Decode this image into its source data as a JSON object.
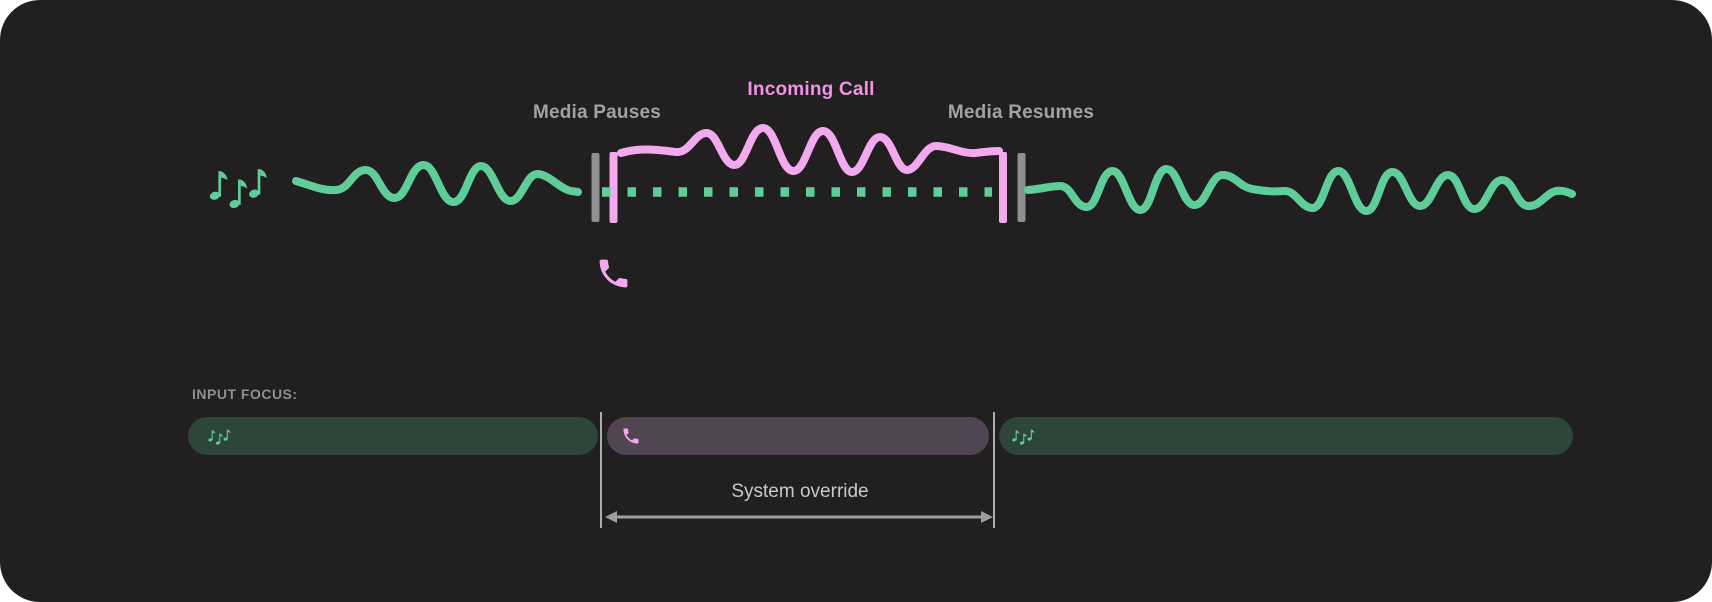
{
  "panel": {
    "background": "#211F1F",
    "page_background": "#FFFFFF"
  },
  "colors": {
    "music_green": "#5FCD97",
    "call_pink": "#F3A9ED",
    "incoming_call_text": "#EE94E5",
    "label_gray": "#A2A2A2",
    "marker_gray": "#909090",
    "focus_music_bar": "#2D4639",
    "focus_call_bar": "#514554",
    "override_text": "#C9C9C9",
    "arrow_gray": "#9E9E9E",
    "input_focus_heading": "#8F8F8F",
    "divider_line": "#ACACAC"
  },
  "timeline": {
    "media_pauses_label": "Media Pauses",
    "incoming_call_label": "Incoming Call",
    "media_resumes_label": "Media Resumes",
    "music_source_icon": "music-notes-icon",
    "call_source_icon": "phone-call-icon",
    "paused_media_style": "dotted-line"
  },
  "input_focus": {
    "heading": "INPUT FOCUS:",
    "segments": [
      {
        "type": "music",
        "icon": "music-notes-icon"
      },
      {
        "type": "call",
        "icon": "phone-call-icon"
      },
      {
        "type": "music",
        "icon": "music-notes-icon"
      }
    ],
    "override_label": "System override"
  }
}
